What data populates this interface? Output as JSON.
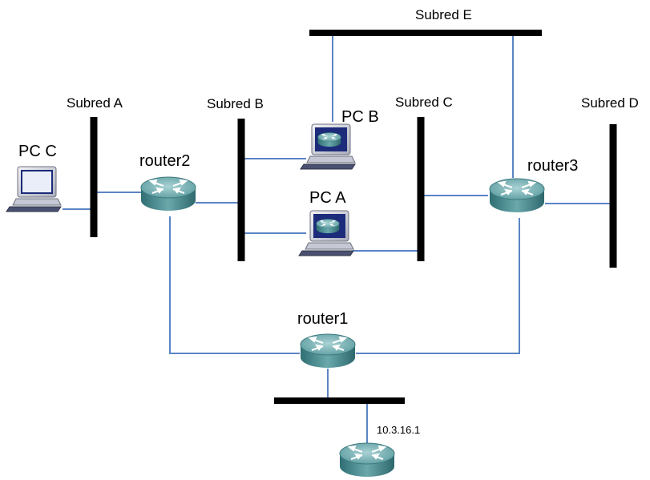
{
  "subnets": {
    "a": "Subred A",
    "b": "Subred B",
    "c": "Subred C",
    "d": "Subred D",
    "e": "Subred E"
  },
  "devices": {
    "pc_a": "PC A",
    "pc_b": "PC B",
    "pc_c": "PC C",
    "router1": "router1",
    "router2": "router2",
    "router3": "router3"
  },
  "annotations": {
    "ip": "10.3.16.1"
  },
  "colors": {
    "link": "#5b84c4",
    "bus": "#000000",
    "router_body": "#4f8f93",
    "pc_screen": "#1c2b7a"
  }
}
